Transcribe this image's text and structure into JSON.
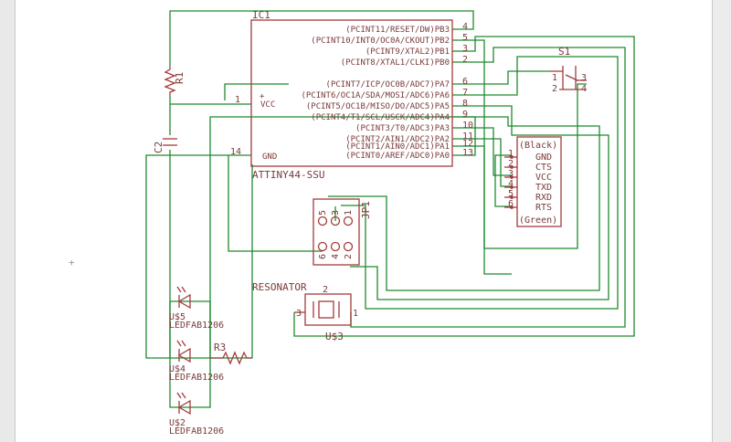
{
  "ic1": {
    "ref": "IC1",
    "value": "ATTINY44-SSU",
    "pins_right": [
      {
        "name": "(PCINT11/RESET/DW)PB3",
        "num": "4"
      },
      {
        "name": "(PCINT10/INT0/OC0A/CKOUT)PB2",
        "num": "5"
      },
      {
        "name": "(PCINT9/XTAL2)PB1",
        "num": "3"
      },
      {
        "name": "(PCINT8/XTAL1/CLKI)PB0",
        "num": "2"
      },
      {
        "name": "(PCINT7/ICP/OC0B/ADC7)PA7",
        "num": "6"
      },
      {
        "name": "(PCINT6/OC1A/SDA/MOSI/ADC6)PA6",
        "num": "7"
      },
      {
        "name": "(PCINT5/OC1B/MISO/DO/ADC5)PA5",
        "num": "8"
      },
      {
        "name": "(PCINT4/T1/SCL/USCK/ADC4)PA4",
        "num": "9"
      },
      {
        "name": "(PCINT3/T0/ADC3)PA3",
        "num": "10"
      },
      {
        "name": "(PCINT2/AIN1/ADC2)PA2",
        "num": "11"
      },
      {
        "name": "(PCINT1/AIN0/ADC1)PA1",
        "num": "12"
      },
      {
        "name": "(PCINT0/AREF/ADC0)PA0",
        "num": "13"
      }
    ],
    "vcc_label": "VCC",
    "vcc_num": "1",
    "gnd_label": "GND",
    "gnd_num": "14",
    "plus_mark": "+"
  },
  "r1": {
    "ref": "R1"
  },
  "c2": {
    "ref": "C2"
  },
  "r3": {
    "ref": "R3"
  },
  "s1": {
    "ref": "S1",
    "pins": [
      "1",
      "3",
      "2",
      "4"
    ]
  },
  "ftdi": {
    "top_label": "(Black)",
    "bottom_label": "(Green)",
    "pins": [
      {
        "num": "1",
        "name": "GND"
      },
      {
        "num": "2",
        "name": "CTS"
      },
      {
        "num": "3",
        "name": "VCC"
      },
      {
        "num": "4",
        "name": "TXD"
      },
      {
        "num": "5",
        "name": "RXD"
      },
      {
        "num": "6",
        "name": "RTS"
      }
    ]
  },
  "jp1": {
    "ref": "JP1",
    "top_pins": [
      "5",
      "3",
      "1"
    ],
    "bottom_pins": [
      "6",
      "4",
      "2"
    ]
  },
  "resonator": {
    "label": "RESONATOR",
    "ref": "U$3",
    "pins": [
      "3",
      "2",
      "1"
    ]
  },
  "leds": [
    {
      "ref": "U$5",
      "value": "LEDFAB1206"
    },
    {
      "ref": "U$4",
      "value": "LEDFAB1206"
    },
    {
      "ref": "U$2",
      "value": "LEDFAB1206"
    }
  ],
  "origin_mark": "+"
}
